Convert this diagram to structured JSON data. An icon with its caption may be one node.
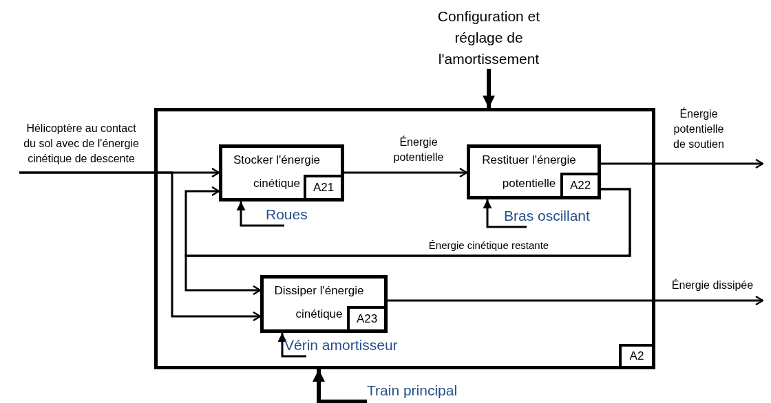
{
  "diagram": {
    "nodes": [
      {
        "text": [
          "A2"
        ]
      },
      {
        "text": [
          "Stocker l'énergie cinétique",
          "A21"
        ],
        "in": 0
      },
      {
        "text": [
          "Restituer l'énergie potentielle",
          "A22"
        ],
        "in": 0
      },
      {
        "text": [
          "Dissiper l'énergie cinétique",
          "A23"
        ],
        "in": 0
      },
      {
        "text": [
          "Roues"
        ],
        "in": 0
      },
      {
        "text": [
          "Bras oscillant"
        ],
        "in": 0
      },
      {
        "text": [
          "Vérin amortisseur"
        ],
        "in": 0
      },
      {
        "text": [
          "Train principal"
        ]
      }
    ],
    "edges": [
      {
        "from": null,
        "to": 0,
        "arrow": "to",
        "label": "Configuration et réglage de l'amortissement",
        "style": "thick"
      },
      {
        "from": null,
        "to": 1,
        "arrow": "to",
        "label": "Hélicoptère au contact du sol avec de l'énergie cinétique de descente"
      },
      {
        "from": null,
        "to": 3,
        "arrow": "to"
      },
      {
        "from": 1,
        "to": 2,
        "arrow": "to",
        "label": "Énergie potentielle"
      },
      {
        "from": 2,
        "to": null,
        "arrow": "to",
        "label": "Énergie potentielle de soutien"
      },
      {
        "from": 2,
        "to": 1,
        "arrow": "to",
        "label": "Énergie cinétique restante"
      },
      {
        "from": 2,
        "to": 3,
        "arrow": "to"
      },
      {
        "from": 3,
        "to": null,
        "arrow": "to",
        "label": "Énergie dissipée"
      },
      {
        "from": 4,
        "to": 1,
        "arrow": "to"
      },
      {
        "from": 5,
        "to": 2,
        "arrow": "to"
      },
      {
        "from": 6,
        "to": 3,
        "arrow": "to"
      },
      {
        "from": 7,
        "to": 0,
        "arrow": "to",
        "style": "thick"
      }
    ]
  }
}
